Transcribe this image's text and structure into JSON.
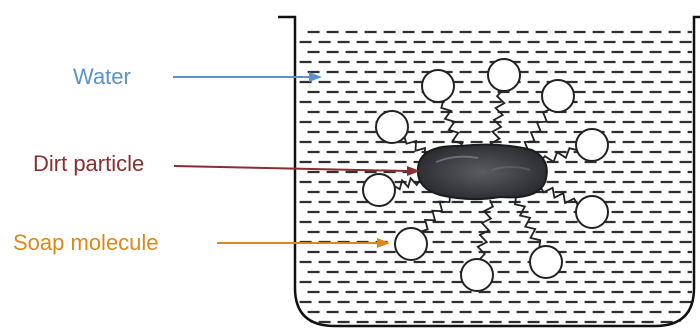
{
  "labels": {
    "water": "Water",
    "dirt_particle": "Dirt particle",
    "soap_molecule": "Soap molecule"
  },
  "colors": {
    "water": "#5b93c7",
    "dirt_particle": "#8b2d31",
    "soap_molecule": "#d98a1c",
    "water_lines": "#2f2f2f",
    "dirt_fill": "#2e3033",
    "beaker_outline": "#111111"
  },
  "icons": {
    "soap_head": "circle",
    "soap_tail": "zigzag"
  }
}
